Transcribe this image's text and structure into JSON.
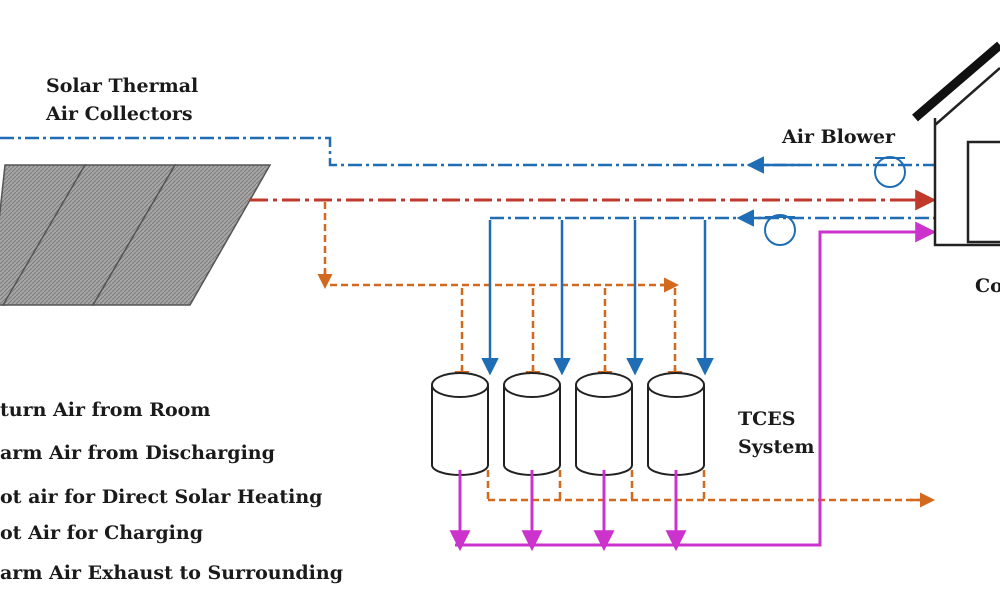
{
  "labels": {
    "collectors_line1": "Solar Thermal",
    "collectors_line2": "Air Collectors",
    "blower": "Air Blower",
    "tces_line1": "TCES",
    "tces_line2": "System",
    "room_partial": "Co"
  },
  "legend": [
    {
      "text": "turn Air from Room",
      "color": "#1f6db5"
    },
    {
      "text": "arm Air from Discharging",
      "color": "#1f6db5"
    },
    {
      "text": "ot air for Direct Solar Heating",
      "color": "#c0392b"
    },
    {
      "text": "ot Air for Charging",
      "color": "#d2691e"
    },
    {
      "text": "arm Air Exhaust to Surrounding",
      "color": "#d2691e"
    }
  ],
  "colors": {
    "return_air": "#1f6db5",
    "hot_air_direct": "#c0392b",
    "charging_air": "#d2691e",
    "discharge_warm_air": "#cc33cc",
    "outline": "#222222",
    "panel_fill": "#9a9a9a"
  },
  "components": {
    "tces_tank_count": 4,
    "collector_panel_count": 3
  }
}
